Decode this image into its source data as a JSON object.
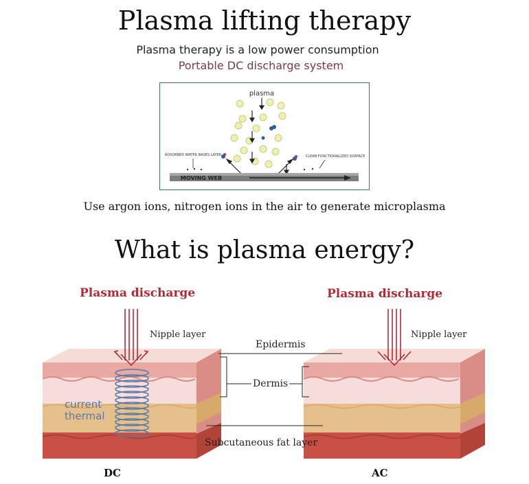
{
  "header": {
    "title": "Plasma lifting therapy",
    "subtitle": "Plasma therapy is a low power consumption",
    "subtitle2": "Portable DC discharge system"
  },
  "figure": {
    "plasma_label": "plasma",
    "adsorbed_label": "ADSORBED WATER BASES LAYER",
    "clean_label": "CLEAN FUNCTIONALIZED SURFACE",
    "moving_web_label": "MOVING WEB"
  },
  "caption": "Use argon ions, nitrogen ions in the air to generate microplasma",
  "section": {
    "title": "What is plasma energy?"
  },
  "left_block": {
    "discharge_label": "Plasma discharge",
    "nipple_label": "Nipple layer",
    "current_label": "current",
    "thermal_label": "thermal",
    "bottom_label": "DC"
  },
  "right_block": {
    "discharge_label": "Plasma discharge",
    "nipple_label": "Nipple layer",
    "bottom_label": "AC"
  },
  "layers": {
    "epidermis": "Epidermis",
    "dermis": "Dermis",
    "fat": "Subcutaneous fat layer"
  },
  "colors": {
    "discharge_red": "#b22a35",
    "epidermis_pink": "#e9a9a3",
    "dermis_pink": "#f6dcda",
    "fat_tan": "#e6c08a",
    "muscle_red": "#c95046",
    "thermal_blue": "#5a79a5"
  }
}
